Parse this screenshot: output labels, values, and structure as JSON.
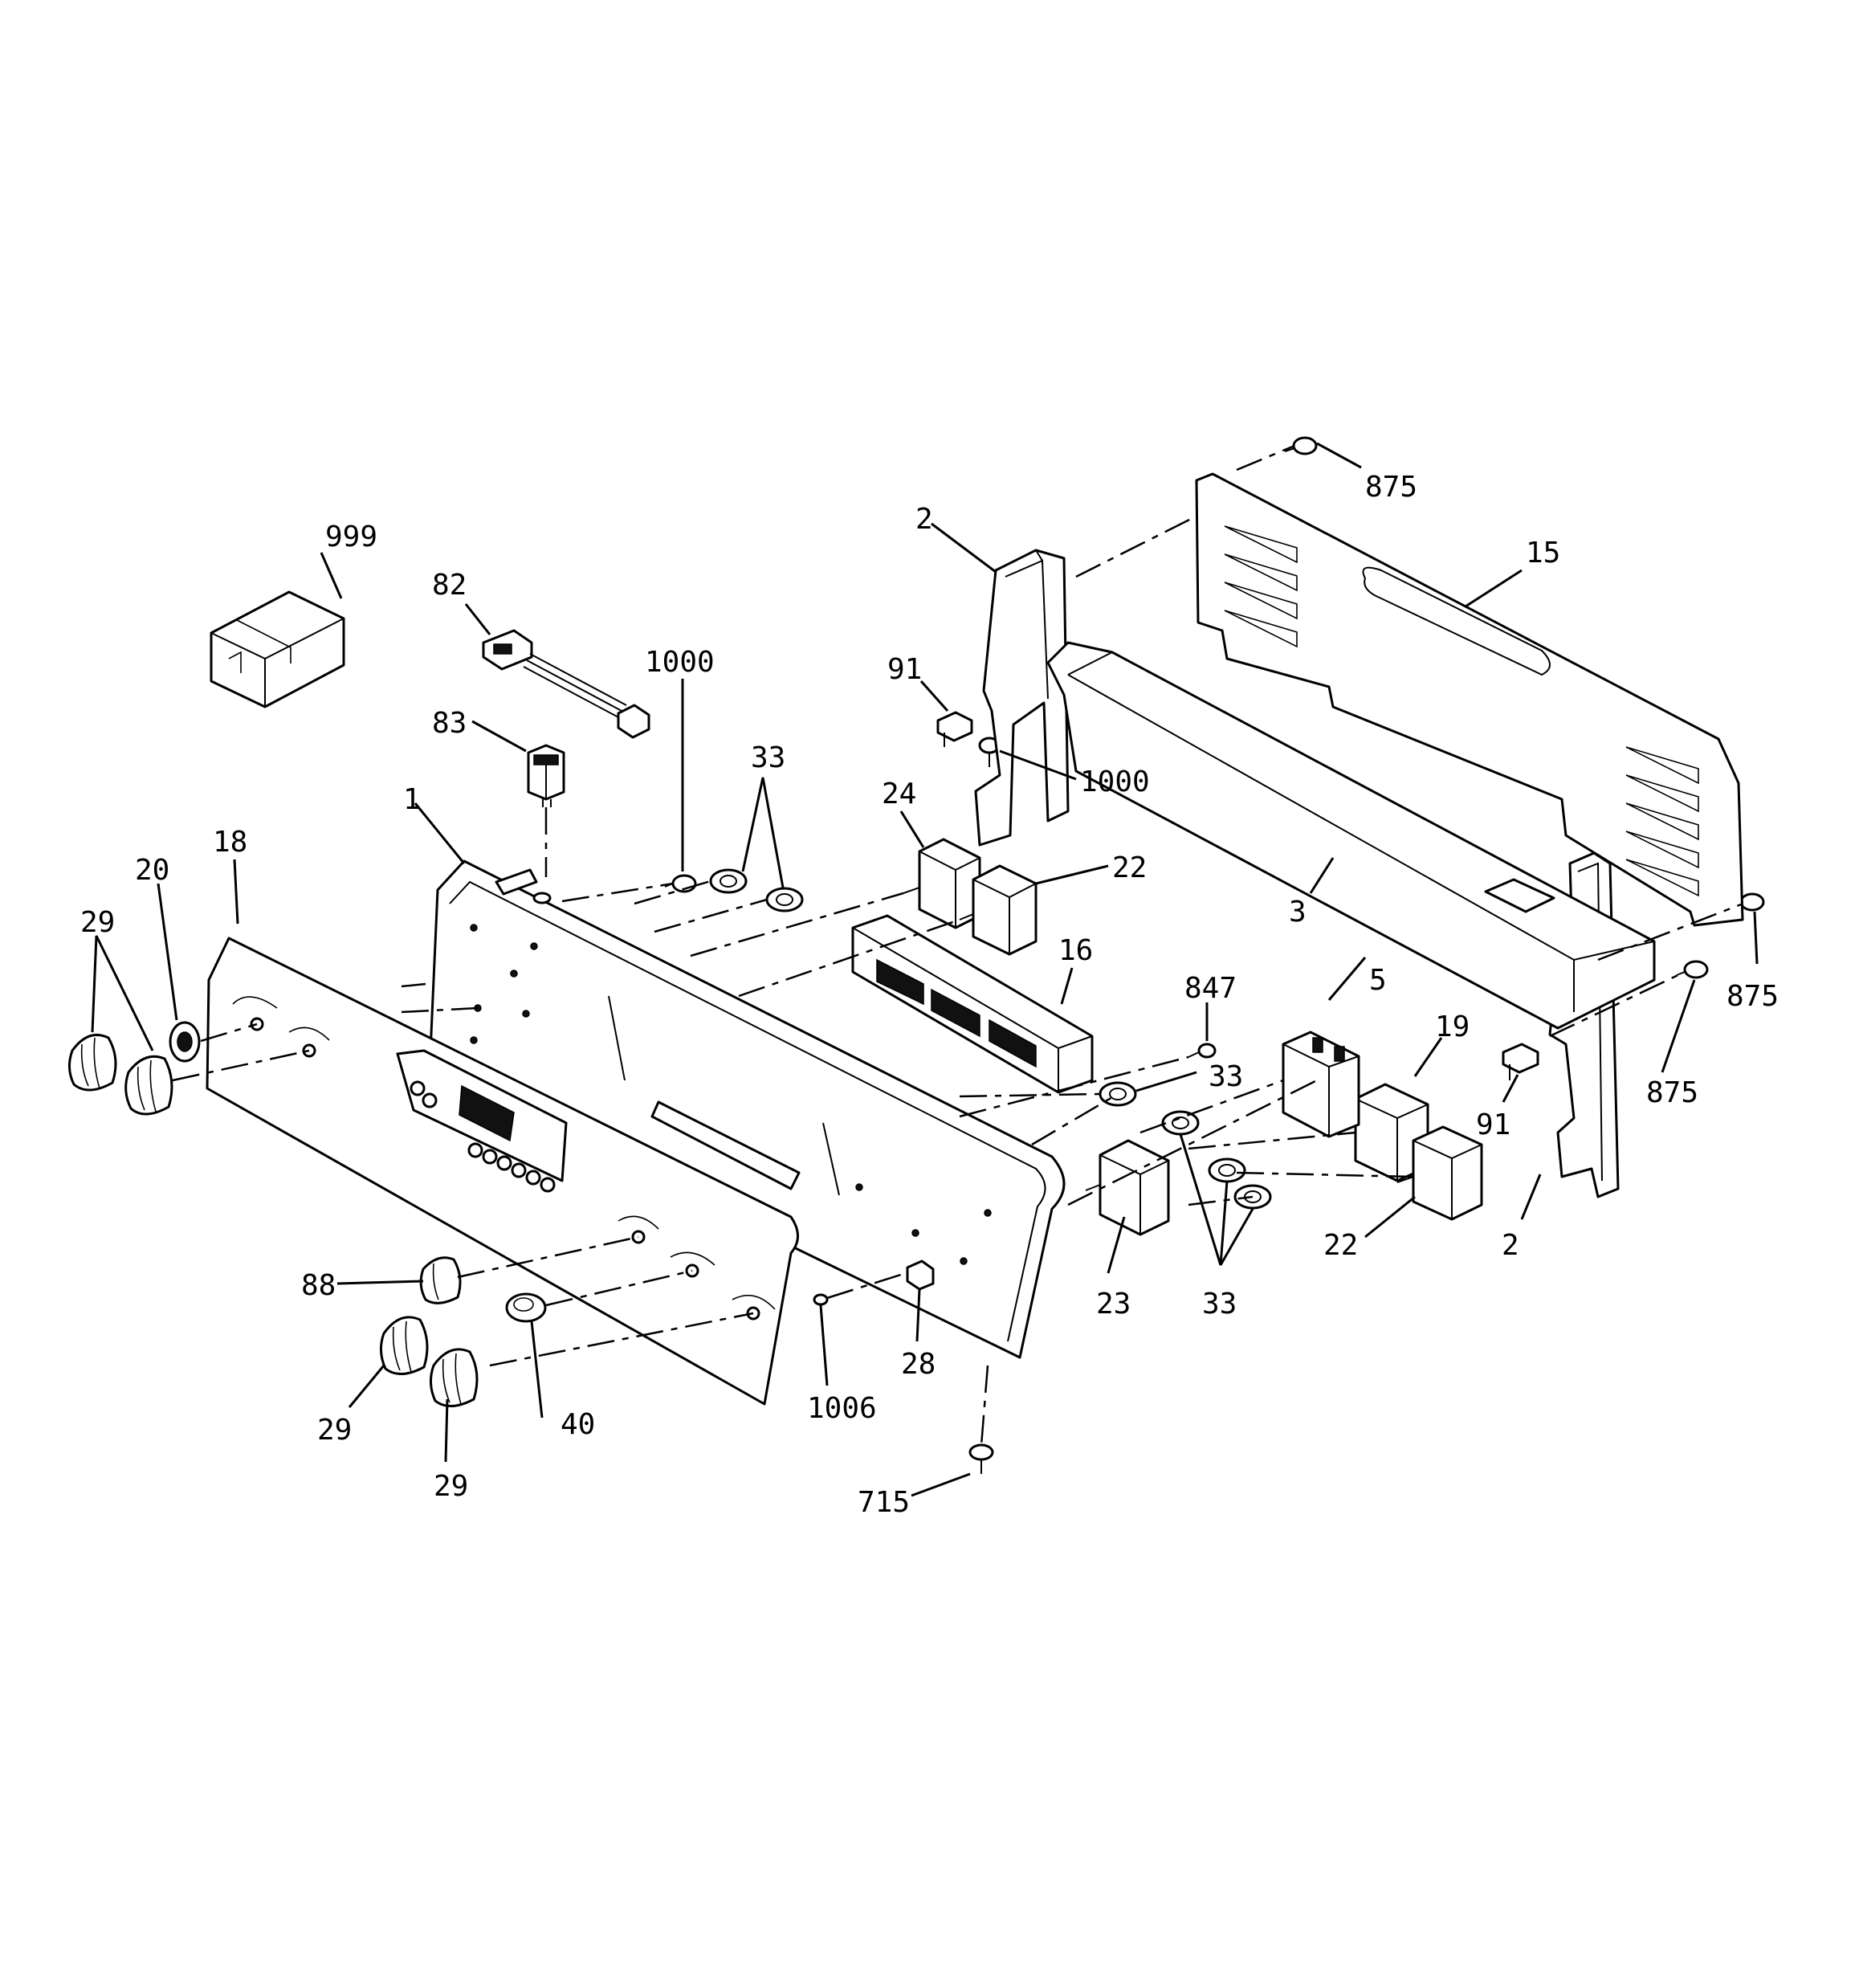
{
  "colors": {
    "line": "#000000",
    "background": "#ffffff",
    "fill_light": "#e6e6e6"
  },
  "callouts": {
    "c999": "999",
    "c82": "82",
    "c1000a": "1000",
    "c83": "83",
    "c33a": "33",
    "c24": "24",
    "c1": "1",
    "c18": "18",
    "c20": "20",
    "c29a": "29",
    "c2a": "2",
    "c91a": "91",
    "c1000b": "1000",
    "c875a": "875",
    "c15": "15",
    "c22a": "22",
    "c16": "16",
    "c3": "3",
    "c847": "847",
    "c5": "5",
    "c19": "19",
    "c33b": "33",
    "c875b": "875",
    "c91b": "91",
    "c875c": "875",
    "c2b": "2",
    "c22b": "22",
    "c23": "23",
    "c33c": "33",
    "c88": "88",
    "c28": "28",
    "c1006": "1006",
    "c29b": "29",
    "c40": "40",
    "c29c": "29",
    "c715": "715"
  }
}
